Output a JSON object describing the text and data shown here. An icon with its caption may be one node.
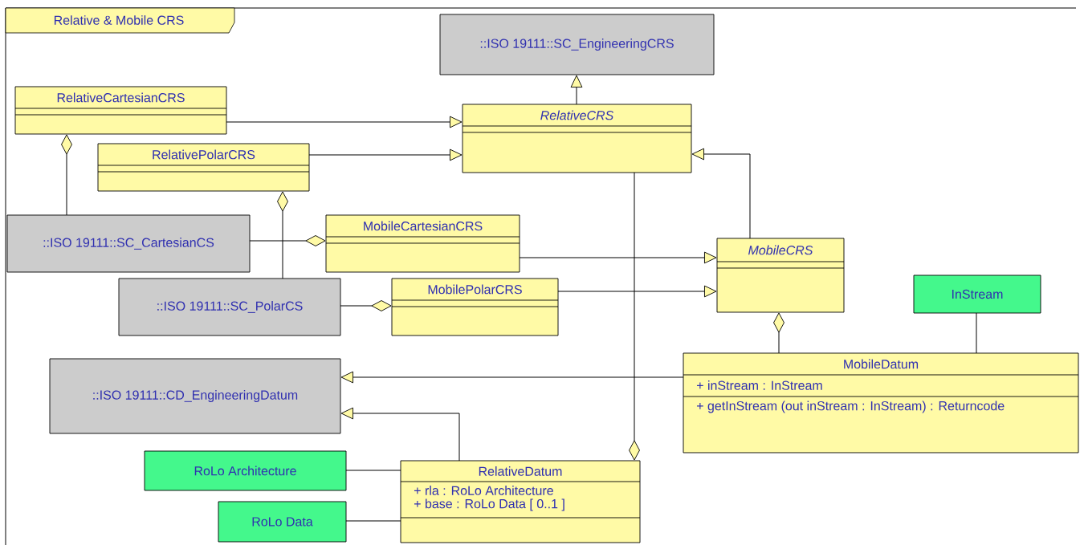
{
  "diagram": {
    "title": "Relative & Mobile CRS",
    "nodes": [
      {
        "text": [
          "::ISO 19111::SC_EngineeringCRS"
        ]
      },
      {
        "text": [
          "RelativeCartesianCRS"
        ]
      },
      {
        "text": [
          "RelativeCRS"
        ]
      },
      {
        "text": [
          "RelativePolarCRS"
        ]
      },
      {
        "text": [
          "::ISO 19111::SC_CartesianCS"
        ]
      },
      {
        "text": [
          "MobileCartesianCRS"
        ]
      },
      {
        "text": [
          "MobileCRS"
        ]
      },
      {
        "text": [
          "::ISO 19111::SC_PolarCS"
        ]
      },
      {
        "text": [
          "MobilePolarCRS"
        ]
      },
      {
        "text": [
          "InStream"
        ]
      },
      {
        "text": [
          "::ISO 19111::CD_EngineeringDatum"
        ]
      },
      {
        "text": [
          "MobileDatum",
          "+ inStream : InStream",
          "+ getInStream (out inStream : InStream) : Returncode"
        ]
      },
      {
        "text": [
          "RoLo Architecture"
        ]
      },
      {
        "text": [
          "RoLo Data"
        ]
      },
      {
        "text": [
          "RelativeDatum",
          "+ rla : RoLo Architecture",
          "+ base : RoLo Data [ 0..1 ]"
        ]
      }
    ],
    "edges": [
      {
        "from": 2,
        "to": 0,
        "arrow": "to"
      },
      {
        "from": 1,
        "to": 2,
        "arrow": "to"
      },
      {
        "from": 3,
        "to": 2,
        "arrow": "to"
      },
      {
        "from": 6,
        "to": 2,
        "arrow": "to"
      },
      {
        "from": 5,
        "to": 6,
        "arrow": "to"
      },
      {
        "from": 8,
        "to": 6,
        "arrow": "to"
      },
      {
        "from": 1,
        "to": 4,
        "arrow": "other"
      },
      {
        "from": 3,
        "to": 7,
        "arrow": "other"
      },
      {
        "from": 5,
        "to": 4,
        "arrow": "other"
      },
      {
        "from": 8,
        "to": 7,
        "arrow": "other"
      },
      {
        "from": 6,
        "to": 11,
        "arrow": "other"
      },
      {
        "from": 14,
        "to": 2,
        "arrow": "other"
      },
      {
        "from": 11,
        "to": 10,
        "arrow": "to"
      },
      {
        "from": 14,
        "to": 10,
        "arrow": "to"
      },
      {
        "from": 12,
        "to": 14,
        "arrow": "none"
      },
      {
        "from": 13,
        "to": 14,
        "arrow": "none"
      },
      {
        "from": 9,
        "to": 11,
        "arrow": "none"
      }
    ]
  }
}
